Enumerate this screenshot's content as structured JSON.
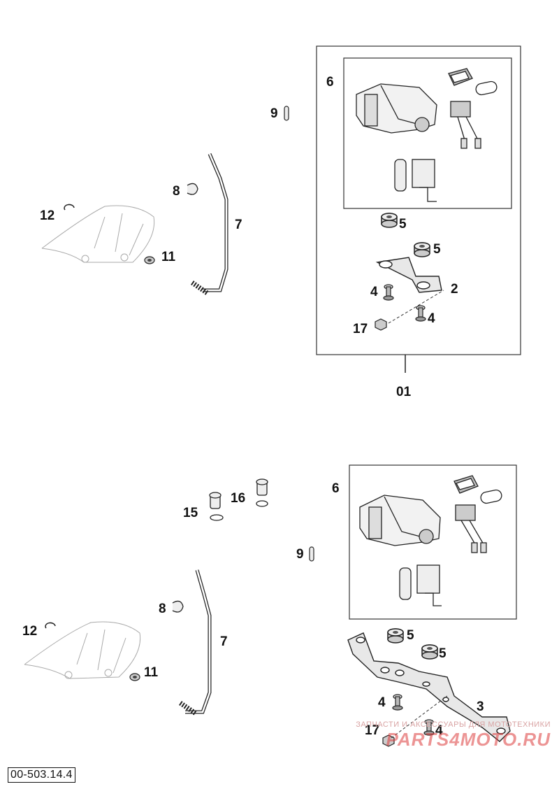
{
  "diagram": {
    "reference_code": "00-503.14.4",
    "top_group": {
      "assembly_number": "01",
      "labels": {
        "p6": "6",
        "p9": "9",
        "p8": "8",
        "p7": "7",
        "p12": "12",
        "p11": "11",
        "p5a": "5",
        "p5b": "5",
        "p4a": "4",
        "p2": "2",
        "p17": "17",
        "p4b": "4"
      }
    },
    "bottom_group": {
      "labels": {
        "p6": "6",
        "p15": "15",
        "p16": "16",
        "p9": "9",
        "p8": "8",
        "p7": "7",
        "p12": "12",
        "p11": "11",
        "p5a": "5",
        "p5b": "5",
        "p4a": "4",
        "p3": "3",
        "p17": "17",
        "p4b": "4"
      }
    }
  },
  "watermark": {
    "tagline": "ЗАПЧАСТИ И АКСЕССУАРЫ ДЛЯ МОТОТЕХНИКИ",
    "logo": "PARTS4MOTO.RU"
  },
  "colors": {
    "line": "#222222",
    "watermark": "#dc3c3c"
  }
}
